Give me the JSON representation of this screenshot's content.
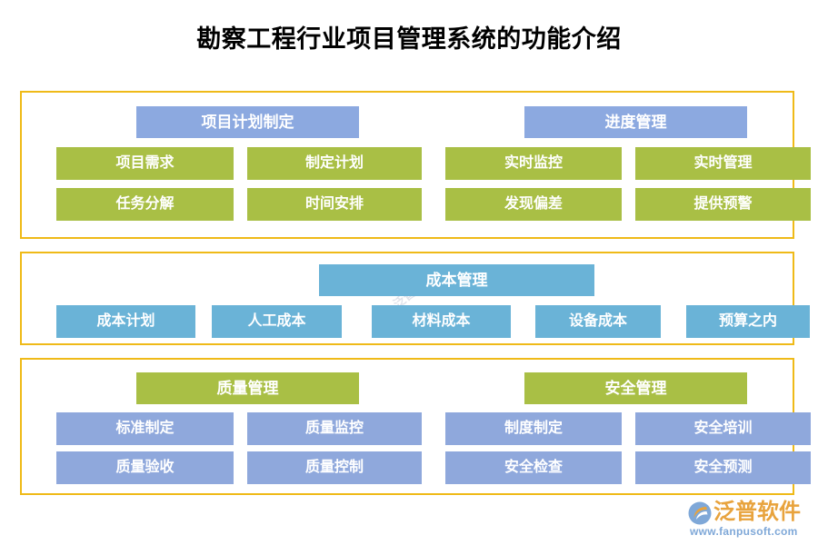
{
  "page": {
    "title": "勘察工程行业项目管理系统的功能介绍",
    "background_color": "#FFFFFF",
    "title_color": "#000000"
  },
  "colors": {
    "frame_border": "#EFBA18",
    "periwinkle": "#8CA9E0",
    "green": "#A9BF45",
    "skyblue": "#6AB3D7",
    "lavender": "#8FA8DC"
  },
  "watermark": {
    "text": "泛普软件"
  },
  "sections": [
    {
      "id": "plan",
      "groups": [
        {
          "header": "项目计划制定",
          "items": [
            "项目需求",
            "制定计划",
            "任务分解",
            "时间安排"
          ]
        },
        {
          "header": "进度管理",
          "items": [
            "实时监控",
            "实时管理",
            "发现偏差",
            "提供预警"
          ]
        }
      ]
    },
    {
      "id": "cost",
      "groups": [
        {
          "header": "成本管理",
          "items": [
            "成本计划",
            "人工成本",
            "材料成本",
            "设备成本",
            "预算之内"
          ]
        }
      ]
    },
    {
      "id": "quality",
      "groups": [
        {
          "header": "质量管理",
          "items": [
            "标准制定",
            "质量监控",
            "质量验收",
            "质量控制"
          ]
        },
        {
          "header": "安全管理",
          "items": [
            "制度制定",
            "安全培训",
            "安全检查",
            "安全预测"
          ]
        }
      ]
    }
  ],
  "logo": {
    "name": "泛普软件",
    "url": "www.fanpusoft.com"
  }
}
